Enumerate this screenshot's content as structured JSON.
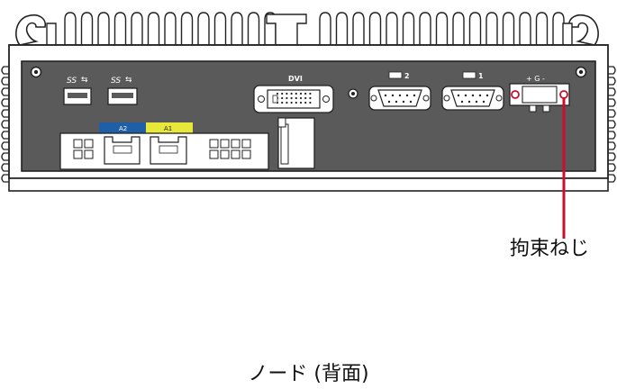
{
  "labels": {
    "dvi": "DVI",
    "com2": "2",
    "com1": "1",
    "power_polarity": "+  G  -",
    "usb_logo_left": "SS",
    "usb_logo_right": "SS",
    "lan_a2": "A2",
    "lan_a1": "A1"
  },
  "callout": {
    "text": "拘束ねじ"
  },
  "caption": {
    "text": "ノード (背面)"
  },
  "colors": {
    "chassis_face": "#5a5a5a",
    "outline": "#222222",
    "callout_line": "#c8102e",
    "lan_a2_tab": "#1f5fa8",
    "lan_a1_tab": "#e8e83a"
  }
}
